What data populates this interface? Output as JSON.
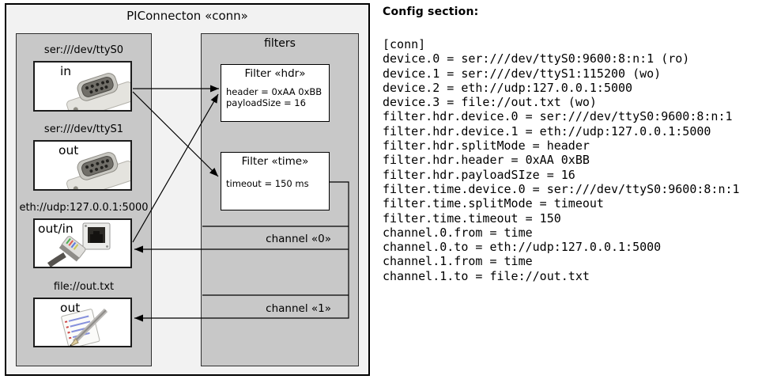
{
  "colors": {
    "page_bg": "#ffffff",
    "outer_bg": "#f2f2f2",
    "panel_bg": "#c8c8c8",
    "box_bg": "#ffffff",
    "line": "#000000",
    "text": "#000000"
  },
  "diagram": {
    "title": "PIConnecton «conn»",
    "devices": [
      {
        "label": "ser:///dev/ttyS0",
        "port": "in",
        "icon": "serial-connector"
      },
      {
        "label": "ser:///dev/ttyS1",
        "port": "out",
        "icon": "serial-connector"
      },
      {
        "label": "eth://udp:127.0.0.1:5000",
        "port": "out/in",
        "icon": "ethernet-connector"
      },
      {
        "label": "file://out.txt",
        "port": "out",
        "icon": "notepad"
      }
    ],
    "filters_panel_title": "filters",
    "filters": [
      {
        "title": "Filter «hdr»",
        "props": [
          "header = 0xAA 0xBB",
          "payloadSize = 16"
        ]
      },
      {
        "title": "Filter «time»",
        "props": [
          "timeout = 150 ms"
        ]
      }
    ],
    "channels": [
      {
        "label": "channel «0»"
      },
      {
        "label": "channel «1»"
      }
    ]
  },
  "config": {
    "heading": "Config section:",
    "lines": [
      "[conn]",
      "device.0 = ser:///dev/ttyS0:9600:8:n:1 (ro)",
      "device.1 = ser:///dev/ttyS1:115200 (wo)",
      "device.2 = eth://udp:127.0.0.1:5000",
      "device.3 = file://out.txt (wo)",
      "filter.hdr.device.0 = ser:///dev/ttyS0:9600:8:n:1",
      "filter.hdr.device.1 = eth://udp:127.0.0.1:5000",
      "filter.hdr.splitMode = header",
      "filter.hdr.header = 0xAA 0xBB",
      "filter.hdr.payloadSIze = 16",
      "filter.time.device.0 = ser:///dev/ttyS0:9600:8:n:1",
      "filter.time.splitMode = timeout",
      "filter.time.timeout = 150",
      "channel.0.from = time",
      "channel.0.to = eth://udp:127.0.0.1:5000",
      "channel.1.from = time",
      "channel.1.to = file://out.txt"
    ]
  }
}
